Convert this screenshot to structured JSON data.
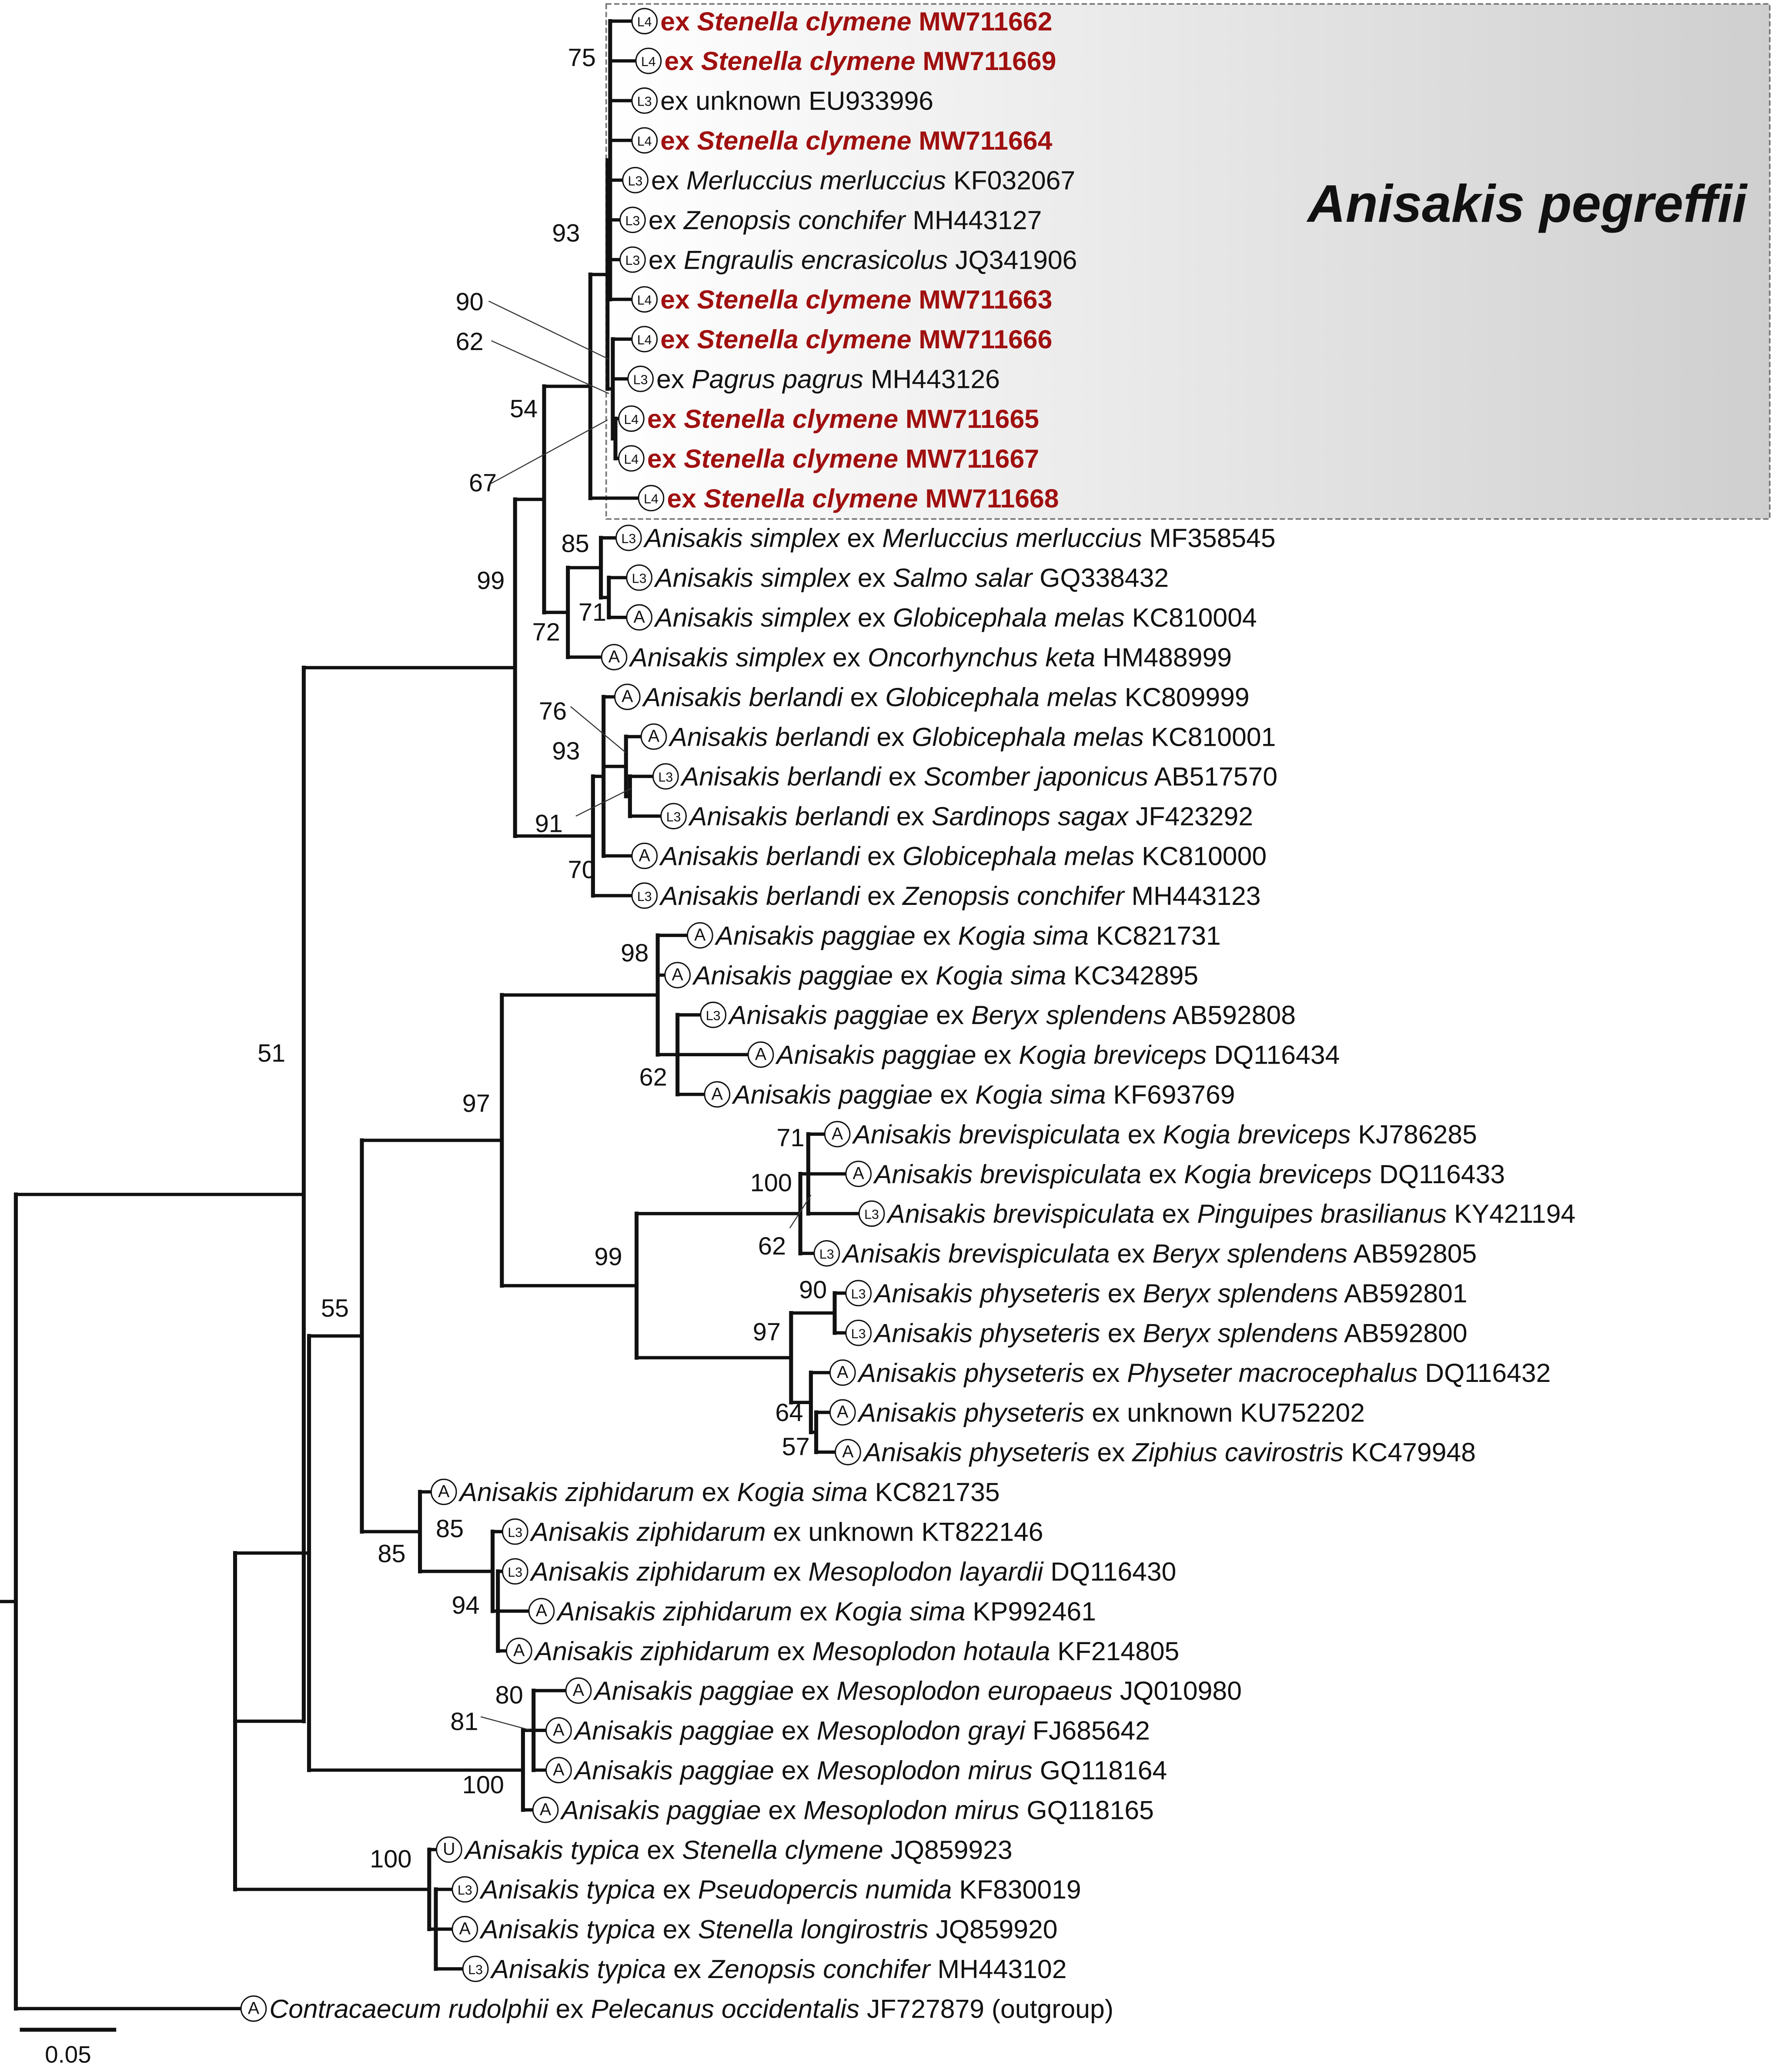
{
  "clade_label": "Anisakis pegreffii",
  "scale_label": "0.05",
  "colors": {
    "highlight_text": "#a01010",
    "clade_box": "#d4d4d4",
    "line": "#111111"
  },
  "leaves": [
    {
      "id": "p1",
      "badge": "L4",
      "parts": [
        [
          "ex ",
          false
        ],
        [
          "Stenella clymene",
          true
        ],
        [
          " MW711662",
          false
        ]
      ],
      "highlight": true
    },
    {
      "id": "p2",
      "badge": "L4",
      "parts": [
        [
          "ex ",
          false
        ],
        [
          "Stenella clymene",
          true
        ],
        [
          " MW711669",
          false
        ]
      ],
      "highlight": true
    },
    {
      "id": "p3",
      "badge": "L3",
      "parts": [
        [
          "ex unknown EU933996",
          false
        ]
      ],
      "highlight": false
    },
    {
      "id": "p4",
      "badge": "L4",
      "parts": [
        [
          "ex ",
          false
        ],
        [
          "Stenella clymene",
          true
        ],
        [
          " MW711664",
          false
        ]
      ],
      "highlight": true
    },
    {
      "id": "p5",
      "badge": "L3",
      "parts": [
        [
          "ex ",
          false
        ],
        [
          "Merluccius merluccius",
          true
        ],
        [
          " KF032067",
          false
        ]
      ],
      "highlight": false
    },
    {
      "id": "p6",
      "badge": "L3",
      "parts": [
        [
          "ex ",
          false
        ],
        [
          "Zenopsis conchifer",
          true
        ],
        [
          " MH443127",
          false
        ]
      ],
      "highlight": false
    },
    {
      "id": "p7",
      "badge": "L3",
      "parts": [
        [
          "ex ",
          false
        ],
        [
          "Engraulis encrasicolus",
          true
        ],
        [
          " JQ341906",
          false
        ]
      ],
      "highlight": false
    },
    {
      "id": "p8",
      "badge": "L4",
      "parts": [
        [
          "ex ",
          false
        ],
        [
          "Stenella clymene",
          true
        ],
        [
          " MW711663",
          false
        ]
      ],
      "highlight": true
    },
    {
      "id": "p9",
      "badge": "L4",
      "parts": [
        [
          "ex ",
          false
        ],
        [
          "Stenella clymene",
          true
        ],
        [
          " MW711666",
          false
        ]
      ],
      "highlight": true
    },
    {
      "id": "p10",
      "badge": "L3",
      "parts": [
        [
          "ex ",
          false
        ],
        [
          "Pagrus pagrus",
          true
        ],
        [
          " MH443126",
          false
        ]
      ],
      "highlight": false
    },
    {
      "id": "p11",
      "badge": "L4",
      "parts": [
        [
          "ex ",
          false
        ],
        [
          "Stenella clymene",
          true
        ],
        [
          " MW711665",
          false
        ]
      ],
      "highlight": true
    },
    {
      "id": "p12",
      "badge": "L4",
      "parts": [
        [
          "ex ",
          false
        ],
        [
          "Stenella clymene",
          true
        ],
        [
          " MW711667",
          false
        ]
      ],
      "highlight": true
    },
    {
      "id": "p13",
      "badge": "L4",
      "parts": [
        [
          "ex ",
          false
        ],
        [
          "Stenella clymene",
          true
        ],
        [
          " MW711668",
          false
        ]
      ],
      "highlight": true
    },
    {
      "id": "s1",
      "badge": "L3",
      "parts": [
        [
          "Anisakis simplex",
          true
        ],
        [
          " ex ",
          false
        ],
        [
          "Merluccius merluccius",
          true
        ],
        [
          " MF358545",
          false
        ]
      ],
      "highlight": false
    },
    {
      "id": "s2",
      "badge": "L3",
      "parts": [
        [
          "Anisakis simplex",
          true
        ],
        [
          " ex ",
          false
        ],
        [
          "Salmo salar",
          true
        ],
        [
          " GQ338432",
          false
        ]
      ],
      "highlight": false
    },
    {
      "id": "s3",
      "badge": "A",
      "parts": [
        [
          "Anisakis simplex",
          true
        ],
        [
          " ex ",
          false
        ],
        [
          "Globicephala melas",
          true
        ],
        [
          " KC810004",
          false
        ]
      ],
      "highlight": false
    },
    {
      "id": "s4",
      "badge": "A",
      "parts": [
        [
          "Anisakis simplex",
          true
        ],
        [
          " ex ",
          false
        ],
        [
          "Oncorhynchus keta",
          true
        ],
        [
          " HM488999",
          false
        ]
      ],
      "highlight": false
    },
    {
      "id": "b1",
      "badge": "A",
      "parts": [
        [
          "Anisakis berlandi",
          true
        ],
        [
          " ex ",
          false
        ],
        [
          "Globicephala melas",
          true
        ],
        [
          " KC809999",
          false
        ]
      ],
      "highlight": false
    },
    {
      "id": "b2",
      "badge": "A",
      "parts": [
        [
          "Anisakis berlandi",
          true
        ],
        [
          " ex ",
          false
        ],
        [
          "Globicephala melas",
          true
        ],
        [
          " KC810001",
          false
        ]
      ],
      "highlight": false
    },
    {
      "id": "b3",
      "badge": "L3",
      "parts": [
        [
          "Anisakis berlandi",
          true
        ],
        [
          " ex ",
          false
        ],
        [
          "Scomber japonicus",
          true
        ],
        [
          " AB517570",
          false
        ]
      ],
      "highlight": false
    },
    {
      "id": "b4",
      "badge": "L3",
      "parts": [
        [
          "Anisakis berlandi",
          true
        ],
        [
          " ex ",
          false
        ],
        [
          "Sardinops sagax",
          true
        ],
        [
          " JF423292",
          false
        ]
      ],
      "highlight": false
    },
    {
      "id": "b5",
      "badge": "A",
      "parts": [
        [
          "Anisakis berlandi",
          true
        ],
        [
          " ex ",
          false
        ],
        [
          "Globicephala melas",
          true
        ],
        [
          " KC810000",
          false
        ]
      ],
      "highlight": false
    },
    {
      "id": "b6",
      "badge": "L3",
      "parts": [
        [
          "Anisakis berlandi",
          true
        ],
        [
          " ex ",
          false
        ],
        [
          "Zenopsis conchifer",
          true
        ],
        [
          " MH443123",
          false
        ]
      ],
      "highlight": false
    },
    {
      "id": "g1",
      "badge": "A",
      "parts": [
        [
          "Anisakis paggiae",
          true
        ],
        [
          " ex ",
          false
        ],
        [
          "Kogia sima",
          true
        ],
        [
          " KC821731",
          false
        ]
      ],
      "highlight": false
    },
    {
      "id": "g2",
      "badge": "A",
      "parts": [
        [
          "Anisakis paggiae",
          true
        ],
        [
          " ex ",
          false
        ],
        [
          "Kogia sima",
          true
        ],
        [
          " KC342895",
          false
        ]
      ],
      "highlight": false
    },
    {
      "id": "g3",
      "badge": "L3",
      "parts": [
        [
          "Anisakis paggiae",
          true
        ],
        [
          " ex ",
          false
        ],
        [
          "Beryx splendens",
          true
        ],
        [
          " AB592808",
          false
        ]
      ],
      "highlight": false
    },
    {
      "id": "g4",
      "badge": "A",
      "parts": [
        [
          "Anisakis paggiae",
          true
        ],
        [
          " ex ",
          false
        ],
        [
          "Kogia breviceps",
          true
        ],
        [
          " DQ116434",
          false
        ]
      ],
      "highlight": false
    },
    {
      "id": "g5",
      "badge": "A",
      "parts": [
        [
          "Anisakis paggiae",
          true
        ],
        [
          " ex ",
          false
        ],
        [
          "Kogia sima",
          true
        ],
        [
          " KF693769",
          false
        ]
      ],
      "highlight": false
    },
    {
      "id": "v1",
      "badge": "A",
      "parts": [
        [
          "Anisakis brevispiculata",
          true
        ],
        [
          " ex ",
          false
        ],
        [
          "Kogia breviceps",
          true
        ],
        [
          " KJ786285",
          false
        ]
      ],
      "highlight": false
    },
    {
      "id": "v2",
      "badge": "A",
      "parts": [
        [
          "Anisakis brevispiculata",
          true
        ],
        [
          " ex ",
          false
        ],
        [
          "Kogia breviceps",
          true
        ],
        [
          " DQ116433",
          false
        ]
      ],
      "highlight": false
    },
    {
      "id": "v3",
      "badge": "L3",
      "parts": [
        [
          "Anisakis brevispiculata",
          true
        ],
        [
          " ex ",
          false
        ],
        [
          "Pinguipes brasilianus",
          true
        ],
        [
          " KY421194",
          false
        ]
      ],
      "highlight": false
    },
    {
      "id": "v4",
      "badge": "L3",
      "parts": [
        [
          "Anisakis brevispiculata",
          true
        ],
        [
          " ex ",
          false
        ],
        [
          "Beryx splendens",
          true
        ],
        [
          " AB592805",
          false
        ]
      ],
      "highlight": false
    },
    {
      "id": "h1",
      "badge": "L3",
      "parts": [
        [
          "Anisakis physeteris",
          true
        ],
        [
          " ex ",
          false
        ],
        [
          "Beryx splendens",
          true
        ],
        [
          " AB592801",
          false
        ]
      ],
      "highlight": false
    },
    {
      "id": "h2",
      "badge": "L3",
      "parts": [
        [
          "Anisakis physeteris",
          true
        ],
        [
          " ex ",
          false
        ],
        [
          "Beryx splendens",
          true
        ],
        [
          " AB592800",
          false
        ]
      ],
      "highlight": false
    },
    {
      "id": "h3",
      "badge": "A",
      "parts": [
        [
          "Anisakis physeteris",
          true
        ],
        [
          " ex ",
          false
        ],
        [
          "Physeter macrocephalus",
          true
        ],
        [
          " DQ116432",
          false
        ]
      ],
      "highlight": false
    },
    {
      "id": "h4",
      "badge": "A",
      "parts": [
        [
          "Anisakis physeteris",
          true
        ],
        [
          " ex unknown KU752202",
          false
        ]
      ],
      "highlight": false
    },
    {
      "id": "h5",
      "badge": "A",
      "parts": [
        [
          "Anisakis physeteris",
          true
        ],
        [
          " ex ",
          false
        ],
        [
          "Ziphius cavirostris",
          true
        ],
        [
          " KC479948",
          false
        ]
      ],
      "highlight": false
    },
    {
      "id": "z1",
      "badge": "A",
      "parts": [
        [
          "Anisakis ziphidarum",
          true
        ],
        [
          " ex ",
          false
        ],
        [
          "Kogia sima",
          true
        ],
        [
          " KC821735",
          false
        ]
      ],
      "highlight": false
    },
    {
      "id": "z2",
      "badge": "L3",
      "parts": [
        [
          "Anisakis ziphidarum",
          true
        ],
        [
          " ex unknown KT822146",
          false
        ]
      ],
      "highlight": false
    },
    {
      "id": "z3",
      "badge": "L3",
      "parts": [
        [
          "Anisakis ziphidarum",
          true
        ],
        [
          " ex ",
          false
        ],
        [
          "Mesoplodon layardii",
          true
        ],
        [
          " DQ116430",
          false
        ]
      ],
      "highlight": false
    },
    {
      "id": "z4",
      "badge": "A",
      "parts": [
        [
          "Anisakis ziphidarum",
          true
        ],
        [
          " ex ",
          false
        ],
        [
          "Kogia sima",
          true
        ],
        [
          " KP992461",
          false
        ]
      ],
      "highlight": false
    },
    {
      "id": "z5",
      "badge": "A",
      "parts": [
        [
          "Anisakis ziphidarum",
          true
        ],
        [
          " ex ",
          false
        ],
        [
          "Mesoplodon hotaula",
          true
        ],
        [
          " KF214805",
          false
        ]
      ],
      "highlight": false
    },
    {
      "id": "m1",
      "badge": "A",
      "parts": [
        [
          "Anisakis paggiae",
          true
        ],
        [
          " ex ",
          false
        ],
        [
          "Mesoplodon europaeus",
          true
        ],
        [
          " JQ010980",
          false
        ]
      ],
      "highlight": false
    },
    {
      "id": "m2",
      "badge": "A",
      "parts": [
        [
          "Anisakis paggiae",
          true
        ],
        [
          " ex ",
          false
        ],
        [
          "Mesoplodon grayi",
          true
        ],
        [
          " FJ685642",
          false
        ]
      ],
      "highlight": false
    },
    {
      "id": "m3",
      "badge": "A",
      "parts": [
        [
          "Anisakis paggiae",
          true
        ],
        [
          " ex ",
          false
        ],
        [
          "Mesoplodon mirus",
          true
        ],
        [
          " GQ118164",
          false
        ]
      ],
      "highlight": false
    },
    {
      "id": "m4",
      "badge": "A",
      "parts": [
        [
          "Anisakis paggiae",
          true
        ],
        [
          " ex ",
          false
        ],
        [
          "Mesoplodon mirus",
          true
        ],
        [
          " GQ118165",
          false
        ]
      ],
      "highlight": false
    },
    {
      "id": "t1",
      "badge": "U",
      "parts": [
        [
          "Anisakis typica",
          true
        ],
        [
          " ex ",
          false
        ],
        [
          "Stenella clymene",
          true
        ],
        [
          " JQ859923",
          false
        ]
      ],
      "highlight": false
    },
    {
      "id": "t2",
      "badge": "L3",
      "parts": [
        [
          "Anisakis typica",
          true
        ],
        [
          " ex ",
          false
        ],
        [
          "Pseudopercis numida",
          true
        ],
        [
          " KF830019",
          false
        ]
      ],
      "highlight": false
    },
    {
      "id": "t3",
      "badge": "A",
      "parts": [
        [
          "Anisakis typica",
          true
        ],
        [
          " ex ",
          false
        ],
        [
          "Stenella longirostris",
          true
        ],
        [
          " JQ859920",
          false
        ]
      ],
      "highlight": false
    },
    {
      "id": "t4",
      "badge": "L3",
      "parts": [
        [
          "Anisakis typica",
          true
        ],
        [
          " ex ",
          false
        ],
        [
          "Zenopsis conchifer",
          true
        ],
        [
          " MH443102",
          false
        ]
      ],
      "highlight": false
    },
    {
      "id": "o1",
      "badge": "A",
      "parts": [
        [
          "Contracaecum rudolphii",
          true
        ],
        [
          " ex ",
          false
        ],
        [
          "Pelecanus occidentalis",
          true
        ],
        [
          " JF727879 (outgroup)",
          false
        ]
      ],
      "highlight": false
    }
  ],
  "bootstrap": [
    "75",
    "93",
    "90",
    "62",
    "54",
    "67",
    "85",
    "99",
    "71",
    "72",
    "76",
    "93",
    "91",
    "70",
    "51",
    "98",
    "62",
    "97",
    "71",
    "100",
    "62",
    "99",
    "90",
    "97",
    "64",
    "57",
    "55",
    "85",
    "85",
    "94",
    "80",
    "81",
    "100",
    "100"
  ]
}
